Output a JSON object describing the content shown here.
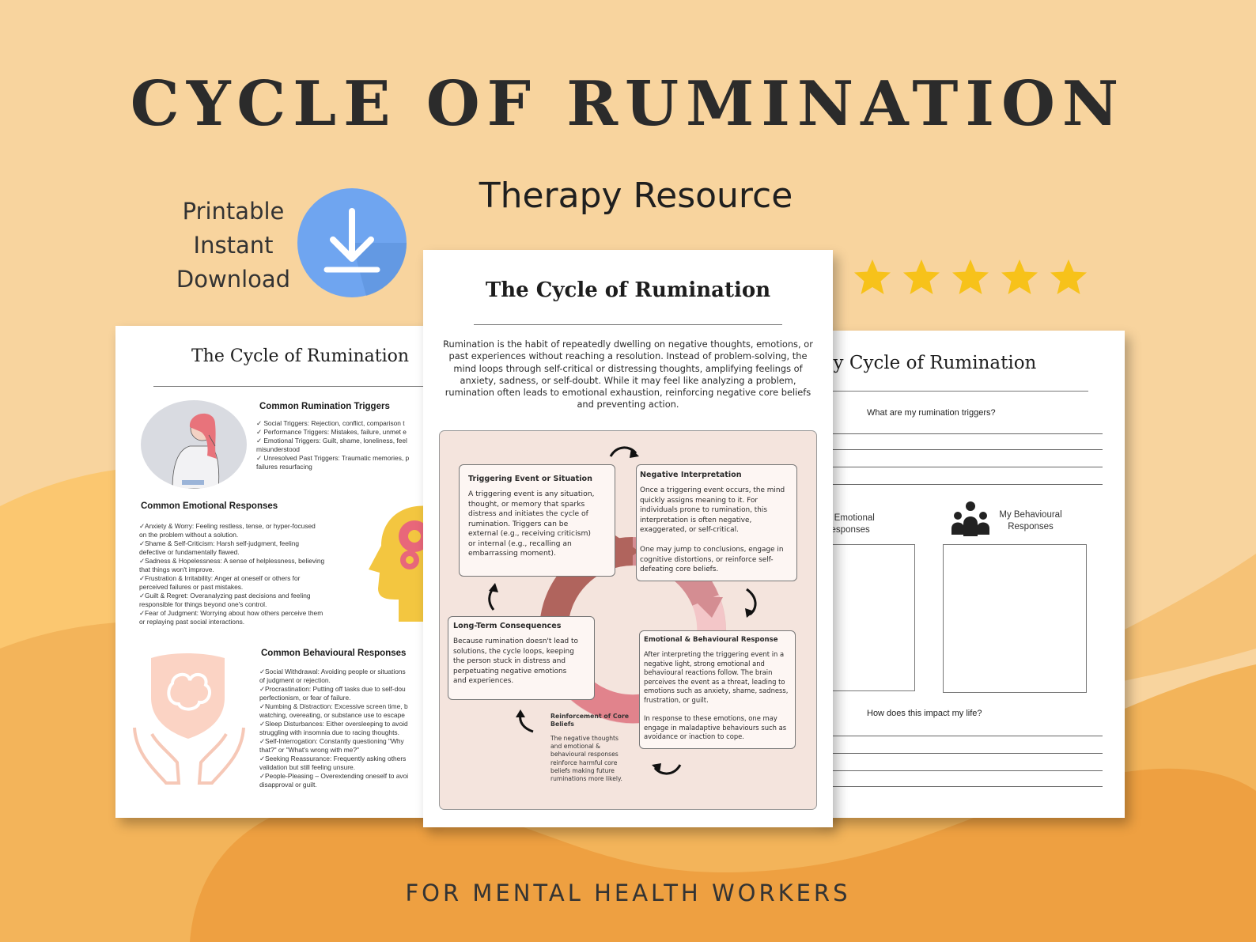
{
  "header": {
    "title": "CYCLE OF RUMINATION",
    "subtitle": "Therapy Resource",
    "download_lines": [
      "Printable",
      "Instant",
      "Download"
    ],
    "footer": "FOR MENTAL HEALTH WORKERS"
  },
  "colors": {
    "background": "#f8d49e",
    "accent_orange": "#f0a544",
    "download_blue": "#6fa5f0",
    "star_yellow": "#f7c21a",
    "diagram_bg": "#f4e4dd",
    "arrow_dark": "#b0645d",
    "arrow_light": "#e9a7aa"
  },
  "rating": {
    "stars": 5,
    "icon": "star-icon"
  },
  "left_page": {
    "title": "The Cycle of Rumination",
    "triggers_heading": "Common Rumination Triggers",
    "triggers": [
      "✓ Social Triggers: Rejection, conflict, comparison t",
      "✓ Performance Triggers: Mistakes, failure, unmet e",
      "✓ Emotional Triggers: Guilt, shame, loneliness, feel",
      "misunderstood",
      "✓ Unresolved Past Triggers: Traumatic memories, p",
      "failures resurfacing"
    ],
    "emotional_heading": "Common Emotional Responses",
    "emotional": [
      "✓Anxiety & Worry: Feeling restless, tense, or hyper-focused",
      "on the problem without a solution.",
      "✓Shame & Self-Criticism: Harsh self-judgment, feeling",
      "defective or fundamentally flawed.",
      " ✓Sadness & Hopelessness: A sense of helplessness, believing",
      "that things won't improve.",
      "✓Frustration & Irritability: Anger at oneself or others for",
      "perceived failures or past mistakes.",
      "✓Guilt & Regret: Overanalyzing past decisions and feeling",
      "responsible for things beyond one's control.",
      "✓Fear of Judgment: Worrying about how others perceive them",
      "or replaying past social interactions."
    ],
    "behavioural_heading": "Common Behavioural Responses",
    "behavioural": [
      "✓Social Withdrawal: Avoiding people or situations",
      "of judgment or rejection.",
      "✓Procrastination: Putting off tasks due to self-dou",
      "perfectionism, or fear of failure.",
      "✓Numbing & Distraction: Excessive screen time, b",
      "watching, overeating, or substance use to escape",
      "✓Sleep Disturbances: Either oversleeping to avoid",
      "struggling with insomnia due to racing thoughts.",
      "✓Self-Interrogation: Constantly questioning \"Why",
      "that?\" or \"What's wrong with me?\"",
      "✓Seeking Reassurance: Frequently asking others",
      "validation but still feeling unsure.",
      "✓People-Pleasing – Overextending oneself to avoi",
      "disapproval or guilt."
    ]
  },
  "center_page": {
    "title": "The  Cycle of Rumination",
    "intro": [
      "Rumination is the habit of repeatedly dwelling on negative thoughts, emotions, or",
      "past experiences without reaching a resolution. Instead of problem-solving, the",
      "mind loops through self-critical or distressing thoughts, amplifying feelings of",
      "anxiety, sadness, or self-doubt. While it may feel like analyzing a problem,",
      "rumination often leads to emotional exhaustion, reinforcing negative core beliefs",
      "and preventing action."
    ],
    "trigger": {
      "heading": "Triggering Event or Situation",
      "lines": [
        "A triggering event is any situation,",
        "thought, or memory that sparks",
        "distress and initiates the cycle of",
        "rumination. Triggers can be",
        "external (e.g., receiving criticism)",
        "or internal (e.g., recalling an",
        "embarrassing moment)."
      ]
    },
    "negative": {
      "heading": "Negative Interpretation",
      "lines": [
        "Once a triggering event occurs, the mind",
        "quickly assigns meaning to it. For",
        "individuals prone to rumination, this",
        "interpretation is often negative,",
        "exaggerated, or self-critical.",
        "",
        "One may jump to conclusions, engage in",
        "cognitive distortions, or reinforce self-",
        "defeating core beliefs."
      ]
    },
    "longterm": {
      "heading": "Long-Term Consequences",
      "lines": [
        "Because rumination doesn't lead to",
        "solutions, the cycle loops, keeping",
        "the person stuck in distress and",
        "perpetuating negative emotions",
        "and experiences."
      ]
    },
    "response": {
      "heading": "Emotional & Behavioural Response",
      "lines": [
        "After interpreting the triggering event in a",
        "negative light, strong emotional and",
        "behavioural reactions follow. The brain",
        "perceives the event as a threat, leading to",
        "emotions such as anxiety, shame, sadness,",
        "frustration, or guilt.",
        "",
        "In response to these emotions, one may",
        "engage in maladaptive behaviours such as",
        "avoidance or inaction to cope."
      ]
    },
    "reinforcement": {
      "heading": [
        "Reinforcement of Core",
        "Beliefs"
      ],
      "lines": [
        "The negative thoughts",
        "and emotional &",
        "behavioural responses",
        " reinforce harmful core",
        "beliefs making future",
        "ruminations more likely."
      ]
    }
  },
  "right_page": {
    "title": "My Cycle of Rumination",
    "q1": "What are my rumination triggers?",
    "emotional_label": [
      "My Emotional",
      "Responses"
    ],
    "behavioural_label": [
      "My Behavioural",
      "Responses"
    ],
    "q2": "How does this impact my life?"
  }
}
